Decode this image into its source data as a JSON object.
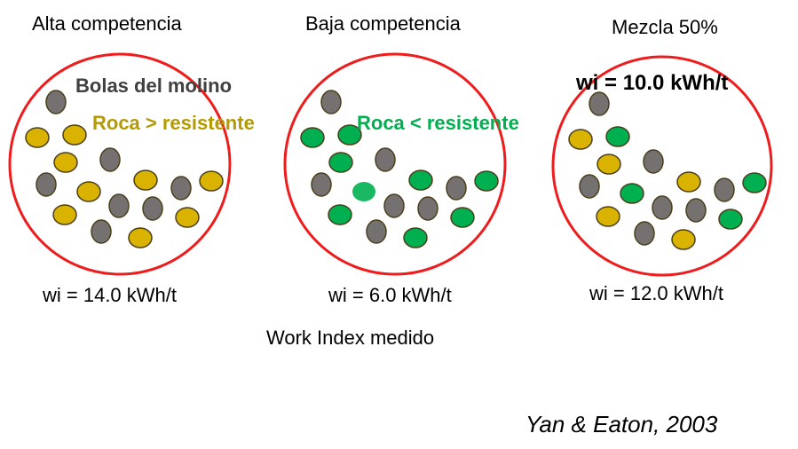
{
  "colors": {
    "mill_circle": "#ee1c1c",
    "ball_gray": "#767171",
    "rock_hard_yellow": "#d9b300",
    "rock_soft_green": "#00b050",
    "outline": "#4a3f1a",
    "label_balls": "#404040",
    "label_hard": "#b59a00",
    "label_soft": "#00b050"
  },
  "panels": [
    {
      "id": "high",
      "title": "Alta competencia",
      "wi": "wi = 14.0 kWh/t"
    },
    {
      "id": "low",
      "title": "Baja competencia",
      "wi": "wi = 6.0 kWh/t"
    },
    {
      "id": "mix",
      "title": "Mezcla 50%",
      "wi": "wi = 12.0 kWh/t"
    }
  ],
  "labels": {
    "balls": "Bolas del molino",
    "hard_rock": "Roca > resistente",
    "soft_rock": "Roca < resistente",
    "mix_expected": "wi = 10.0 kWh/t",
    "measured": "Work Index medido",
    "citation": "Yan  &  Eaton, 2003"
  },
  "particles": {
    "high": [
      "ball",
      "hard",
      "hard",
      "hard",
      "ball",
      "ball",
      "hard",
      "hard",
      "ball",
      "hard",
      "hard",
      "ball",
      "ball",
      "hard",
      "ball",
      "hard"
    ],
    "low": [
      "ball",
      "soft",
      "soft",
      "soft",
      "ball",
      "ball",
      "soft-light",
      "soft",
      "ball",
      "soft",
      "soft",
      "ball",
      "ball",
      "soft",
      "ball",
      "soft"
    ],
    "mix": [
      "ball",
      "hard",
      "soft",
      "hard",
      "ball",
      "ball",
      "soft",
      "hard",
      "ball",
      "soft",
      "hard",
      "ball",
      "ball",
      "soft",
      "ball",
      "hard"
    ]
  }
}
